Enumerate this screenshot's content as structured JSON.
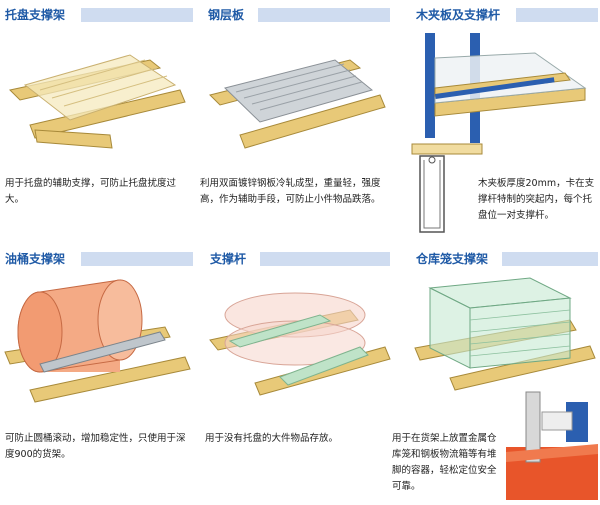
{
  "sections": [
    {
      "title": "托盘支撑架",
      "desc": "用于托盘的辅助支撑，可防止托盘扰度过大。"
    },
    {
      "title": "钢层板",
      "desc": "利用双面镀锌钢板冷轧成型，重量轻，强度高，作为辅助手段，可防止小件物品跌落。"
    },
    {
      "title": "木夹板及支撑杆",
      "desc": "木夹板厚度20mm，卡在支撑杆特制的突起内，每个托盘位一对支撑杆。"
    },
    {
      "title": "油桶支撑架",
      "desc": "可防止圆桶滚动，增加稳定性，只使用于深度900的货架。"
    },
    {
      "title": "支撑杆",
      "desc": "用于没有托盘的大件物品存放。"
    },
    {
      "title": "仓库笼支撑架",
      "desc": "用于在货架上放置金属仓库笼和钢板物流箱等有堆脚的容器，轻松定位安全可靠。"
    }
  ],
  "colors": {
    "title": "#1f5aa6",
    "bar": "#cfdcf0",
    "wood": "#e8c978",
    "steel": "#bfc6cc",
    "blue": "#2b5fb0",
    "orange": "#e8552a"
  }
}
